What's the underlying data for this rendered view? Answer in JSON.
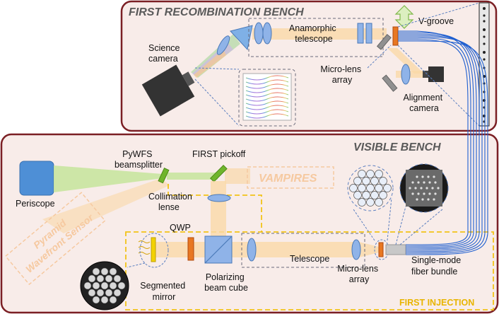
{
  "benches": {
    "first_recombination": "FIRST RECOMBINATION BENCH",
    "visible": "VISIBLE BENCH",
    "first_injection": "FIRST INJECTION"
  },
  "labels": {
    "science_camera": [
      "Science",
      "camera"
    ],
    "anamorphic_telescope": [
      "Anamorphic",
      "telescope"
    ],
    "v_groove": "V-groove",
    "micro_lens_array_top": [
      "Micro-lens",
      "array"
    ],
    "alignment_camera": [
      "Alignment",
      "camera"
    ],
    "pywfs_beamsplitter": [
      "PyWFS",
      "beamsplitter"
    ],
    "first_pickoff": "FIRST pickoff",
    "vampires": "VAMPIRES",
    "collimation_lense": [
      "Collimation",
      "lense"
    ],
    "periscope": "Periscope",
    "pyramid_wfs": [
      "Pyramid",
      "Wavefront Sensor"
    ],
    "qwp": "QWP",
    "telescope": "Telescope",
    "micro_lens_array_bottom": [
      "Micro-lens",
      "array"
    ],
    "single_mode_fiber_bundle": [
      "Single-mode",
      "fiber bundle"
    ],
    "segmented_mirror": [
      "Segmented",
      "mirror"
    ],
    "polarizing_beam_cube": [
      "Polarizing",
      "beam cube"
    ]
  },
  "colors": {
    "bench_border": "#7b1f24",
    "bench_fill": "#f8ece9",
    "beam_orange": "#fad9a8",
    "beam_green": "#c8e6a0",
    "fiber_blue": "#1f5fd0",
    "lens_blue": "#8fb3e8",
    "mirror_green": "#6fb52c",
    "element_orange": "#e87722",
    "injection_yellow": "#f2c318"
  }
}
